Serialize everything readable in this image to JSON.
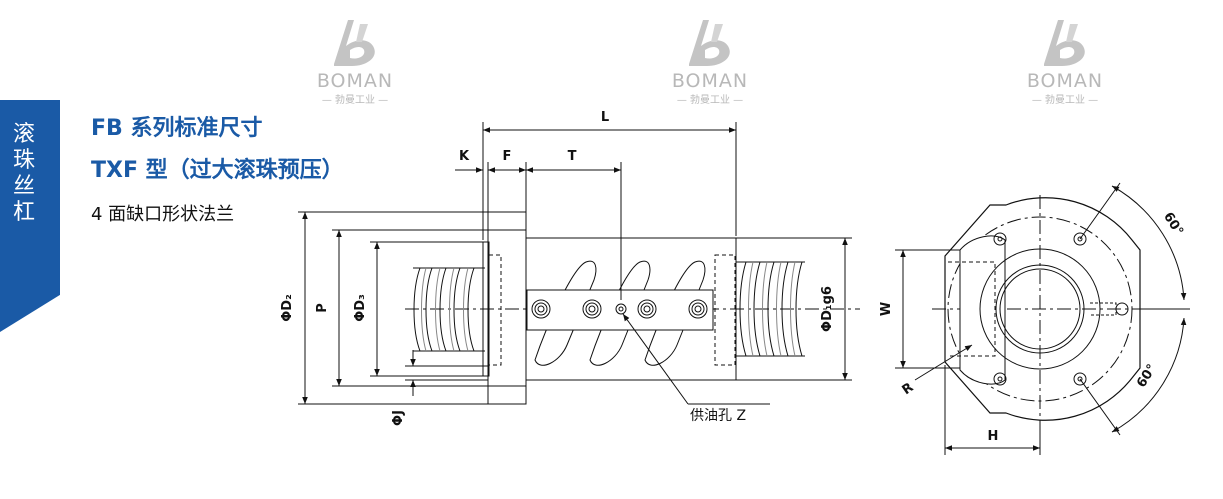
{
  "side_tab": {
    "chars": [
      "滚",
      "珠",
      "丝",
      "杠"
    ]
  },
  "heading": {
    "line1": "FB 系列标准尺寸",
    "line2": "TXF 型（过大滚珠预压）",
    "subtitle": "4 面缺口形状法兰"
  },
  "watermark": {
    "brand": "BOMAN",
    "tagline": "— 勃曼工业 —",
    "copies": 3
  },
  "dimensions": {
    "L": "L",
    "K": "K",
    "F": "F",
    "T": "T",
    "D2": "ΦD₂",
    "P": "P",
    "D3": "ΦD₃",
    "D1": "ΦD₁g6",
    "J": "ΦJ",
    "W": "W",
    "R": "R",
    "H": "H",
    "angle_top": "60°",
    "angle_bottom": "60°"
  },
  "callouts": {
    "oil_hole": "供油孔 Z"
  },
  "colors": {
    "brand_blue": "#1a5aa6",
    "line": "#111111",
    "watermark": "#b8b8b8"
  }
}
